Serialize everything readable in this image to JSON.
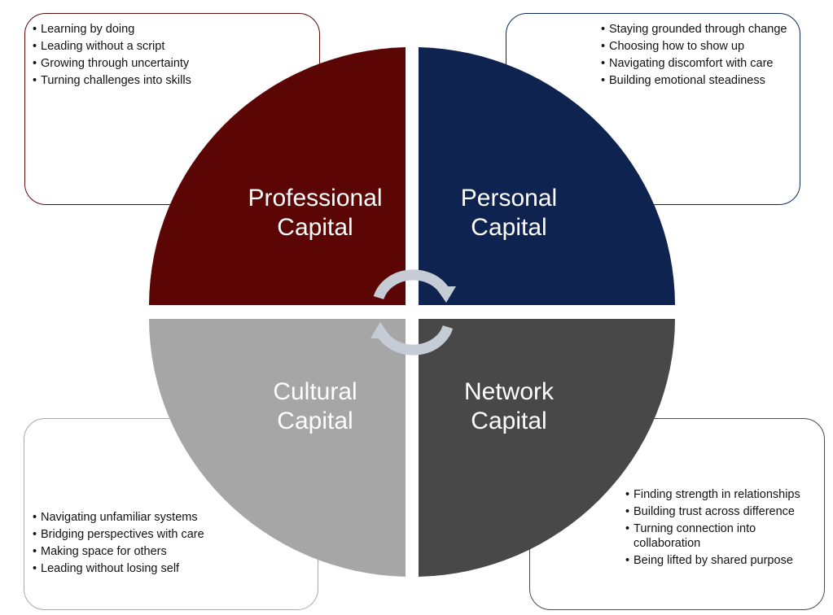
{
  "colors": {
    "professional": "#5c0505",
    "personal": "#0e234f",
    "cultural": "#a6a6a6",
    "network": "#484848",
    "arrows": "#c5ccd6"
  },
  "quadrants": {
    "professional": {
      "title": "Professional\nCapital"
    },
    "personal": {
      "title": "Personal\nCapital"
    },
    "cultural": {
      "title": "Cultural\nCapital"
    },
    "network": {
      "title": "Network\nCapital"
    }
  },
  "cards": {
    "professional": [
      "Learning by doing",
      "Leading without a script",
      "Growing through uncertainty",
      "Turning challenges into skills"
    ],
    "personal": [
      "Staying grounded through change",
      "Choosing how to show up",
      "Navigating discomfort with care",
      "Building emotional steadiness"
    ],
    "cultural": [
      "Navigating unfamiliar systems",
      "Bridging perspectives with care",
      "Making space for others",
      "Leading without losing self"
    ],
    "network": [
      "Finding strength in relationships",
      "Building trust across difference",
      "Turning connection into collaboration",
      "Being lifted by shared purpose"
    ]
  },
  "icons": {
    "cycle": "circular-arrows-icon"
  }
}
